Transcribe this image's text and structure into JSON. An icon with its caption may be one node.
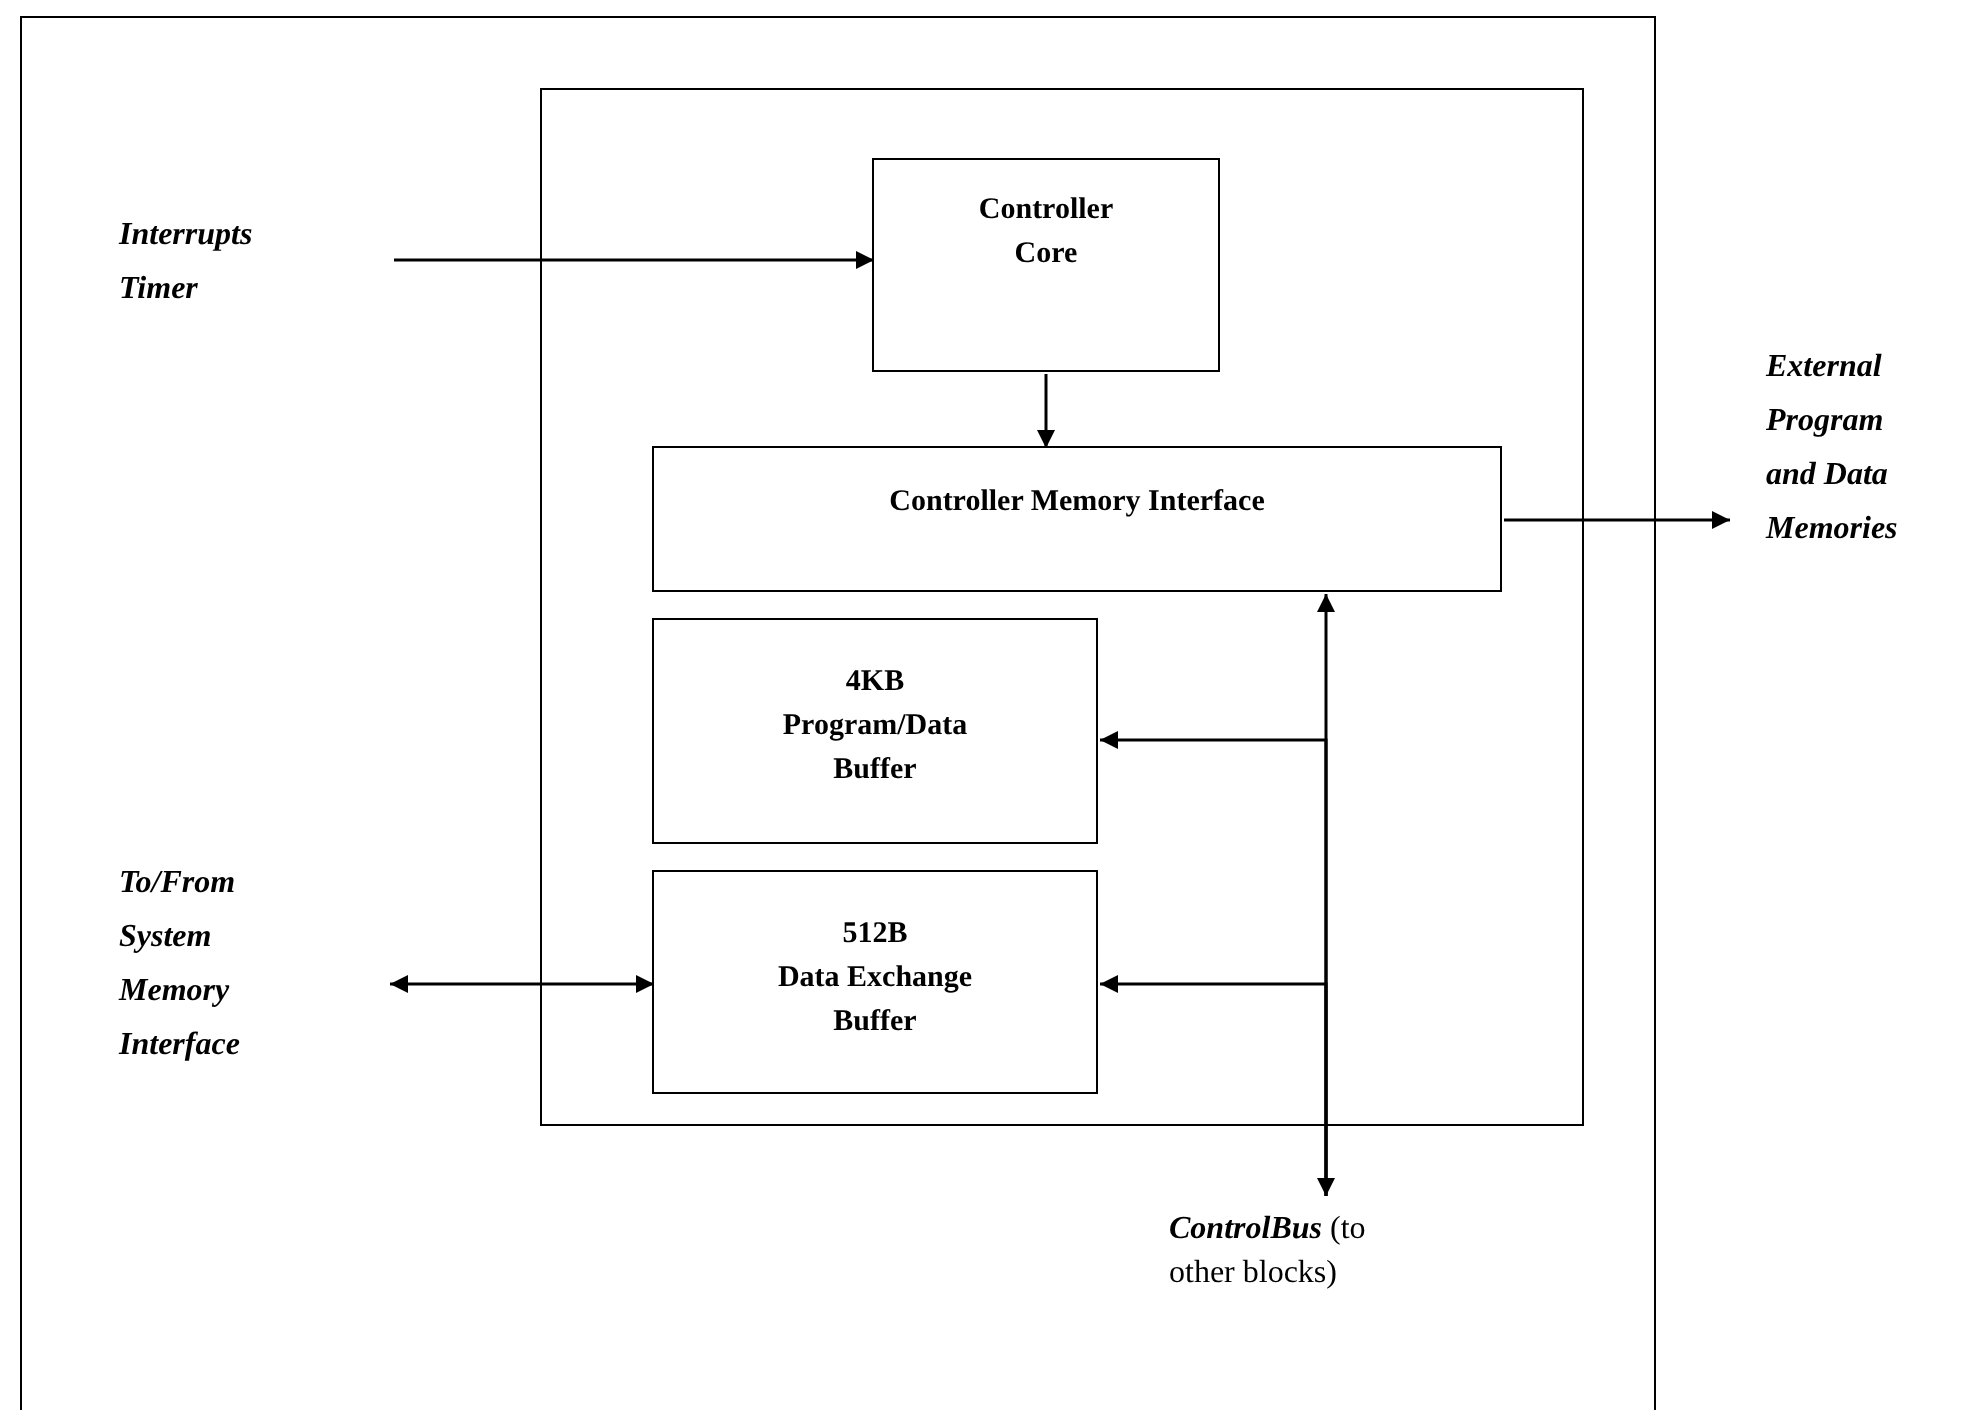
{
  "diagram": {
    "nodes": [
      {
        "text": [],
        "shape": "box"
      },
      {
        "text": [],
        "shape": "box",
        "in": 0
      },
      {
        "text": [
          "Controller Core"
        ],
        "in": 1
      },
      {
        "text": [
          "Controller Memory Interface"
        ],
        "in": 1
      },
      {
        "text": [
          "4KB",
          "Program/Data Buffer"
        ],
        "in": 1
      },
      {
        "text": [
          "512B",
          "Data Exchange Buffer"
        ],
        "in": 1
      },
      {
        "text": [
          "Interrupts Timer"
        ],
        "in": 0
      },
      {
        "text": [
          "External Program and Data Memories"
        ]
      },
      {
        "text": [
          "To/From System Memory Interface"
        ],
        "in": 0
      },
      {
        "text": [
          "**ControlBus** (to other blocks)"
        ],
        "in": 0
      }
    ],
    "edges": [
      {
        "from": 6,
        "to": 2,
        "arrow": "to"
      },
      {
        "from": 2,
        "to": 3,
        "arrow": "to"
      },
      {
        "from": 3,
        "to": 7,
        "arrow": "to"
      },
      {
        "from": 9,
        "to": 3,
        "arrow": "both"
      },
      {
        "from": 9,
        "to": 4,
        "arrow": "to"
      },
      {
        "from": 9,
        "to": 5,
        "arrow": "to"
      },
      {
        "from": 8,
        "to": 5,
        "arrow": "both"
      }
    ]
  }
}
